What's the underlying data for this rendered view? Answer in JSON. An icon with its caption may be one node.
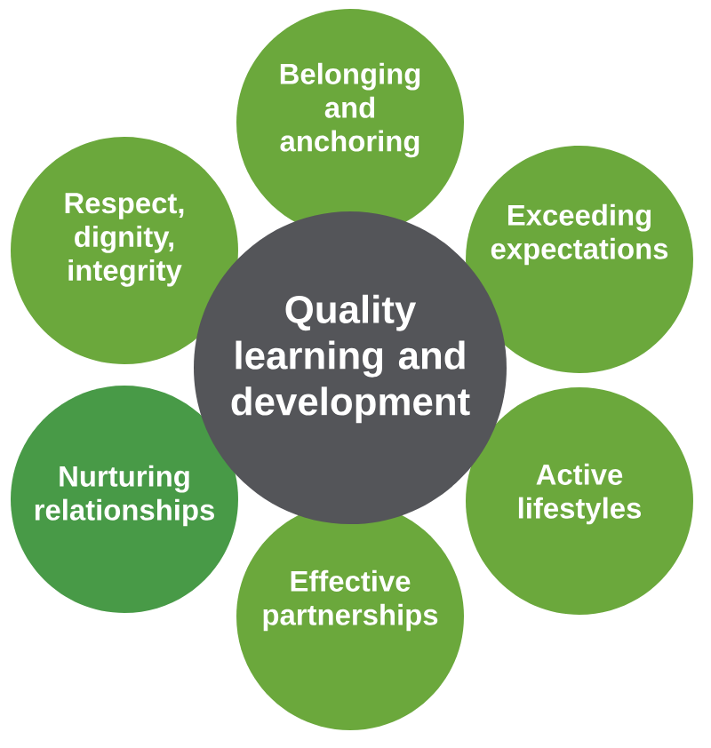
{
  "diagram": {
    "nodes": [
      {
        "text": [
          "Belonging and anchoring"
        ]
      },
      {
        "text": [
          "Respect, dignity, integrity"
        ]
      },
      {
        "text": [
          "Exceeding expectations"
        ]
      },
      {
        "text": [
          "Quality learning and development"
        ]
      },
      {
        "text": [
          "Nurturing relationships"
        ]
      },
      {
        "text": [
          "Active lifestyles"
        ]
      },
      {
        "text": [
          "Effective partnerships"
        ]
      }
    ]
  }
}
